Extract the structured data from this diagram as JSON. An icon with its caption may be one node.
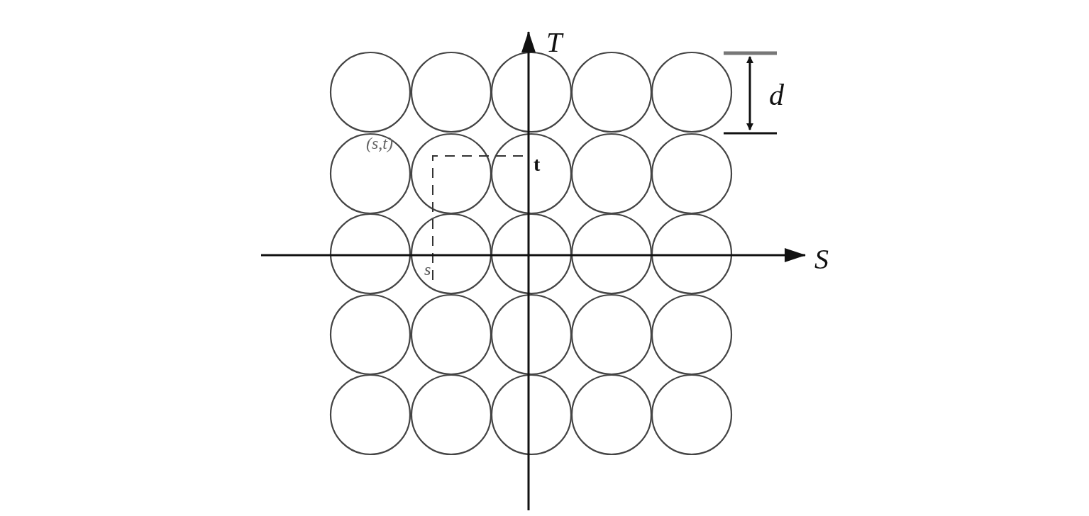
{
  "diagram": {
    "labels": [
      "T",
      "d",
      "(s,t)",
      "t",
      "S",
      "s"
    ]
  }
}
